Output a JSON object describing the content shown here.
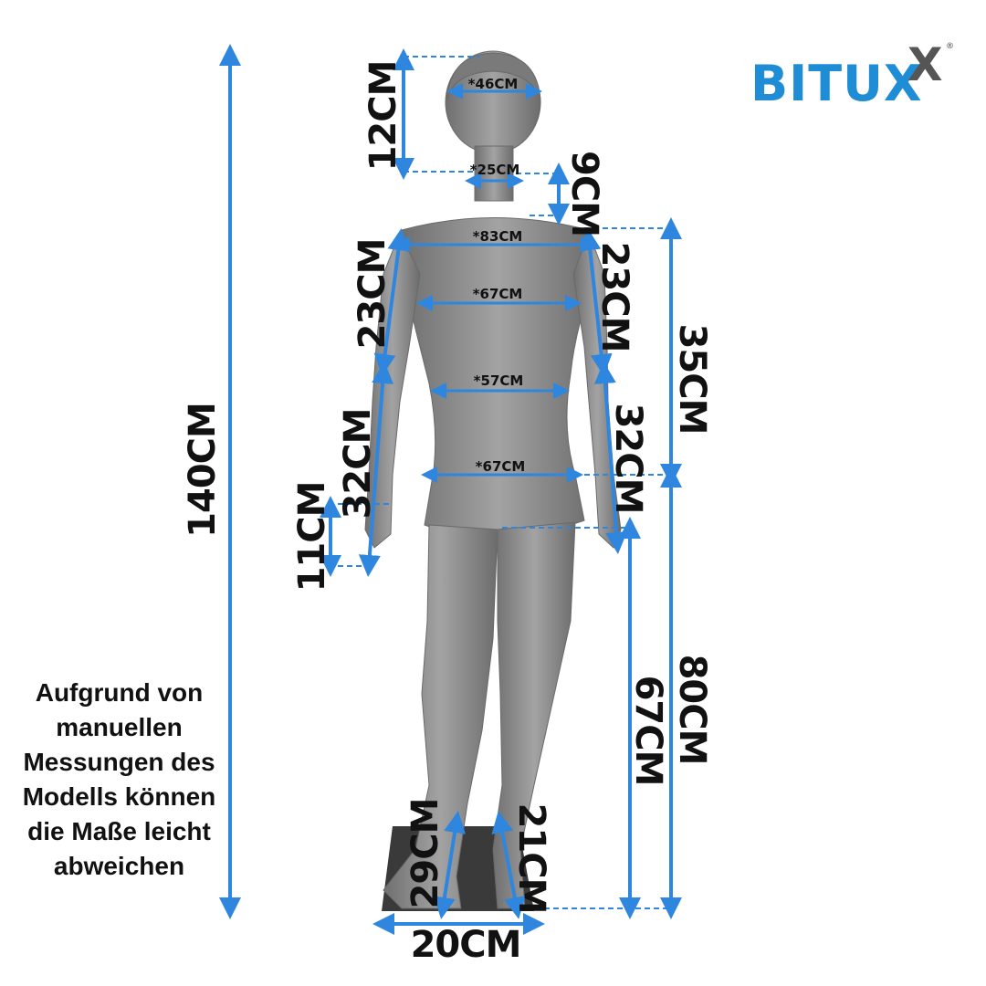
{
  "brand": {
    "name": "BITUX",
    "superscript": "X",
    "registered": "®",
    "color": "#1f8dd6"
  },
  "measure_color": "#2e86de",
  "mannequin_color": "#8a8a8a",
  "measurements": {
    "total_height": "140CM",
    "head_height": "12CM",
    "head_circumference": "*46CM",
    "neck_circumference": "*25CM",
    "neck_length": "9CM",
    "chest": "*83CM",
    "underbust": "*67CM",
    "waist": "*57CM",
    "hip": "*67CM",
    "upper_arm_left": "23CM",
    "lower_arm_left": "32CM",
    "hand": "11CM",
    "upper_arm_right": "23CM",
    "lower_arm_right": "32CM",
    "torso_length": "35CM",
    "leg_length": "80CM",
    "inseam": "67CM",
    "foot_left": "29CM",
    "foot_right": "21CM",
    "base_width": "20CM"
  },
  "note": "Aufgrund von manuellen Messungen des Modells können die Maße leicht abweichen"
}
